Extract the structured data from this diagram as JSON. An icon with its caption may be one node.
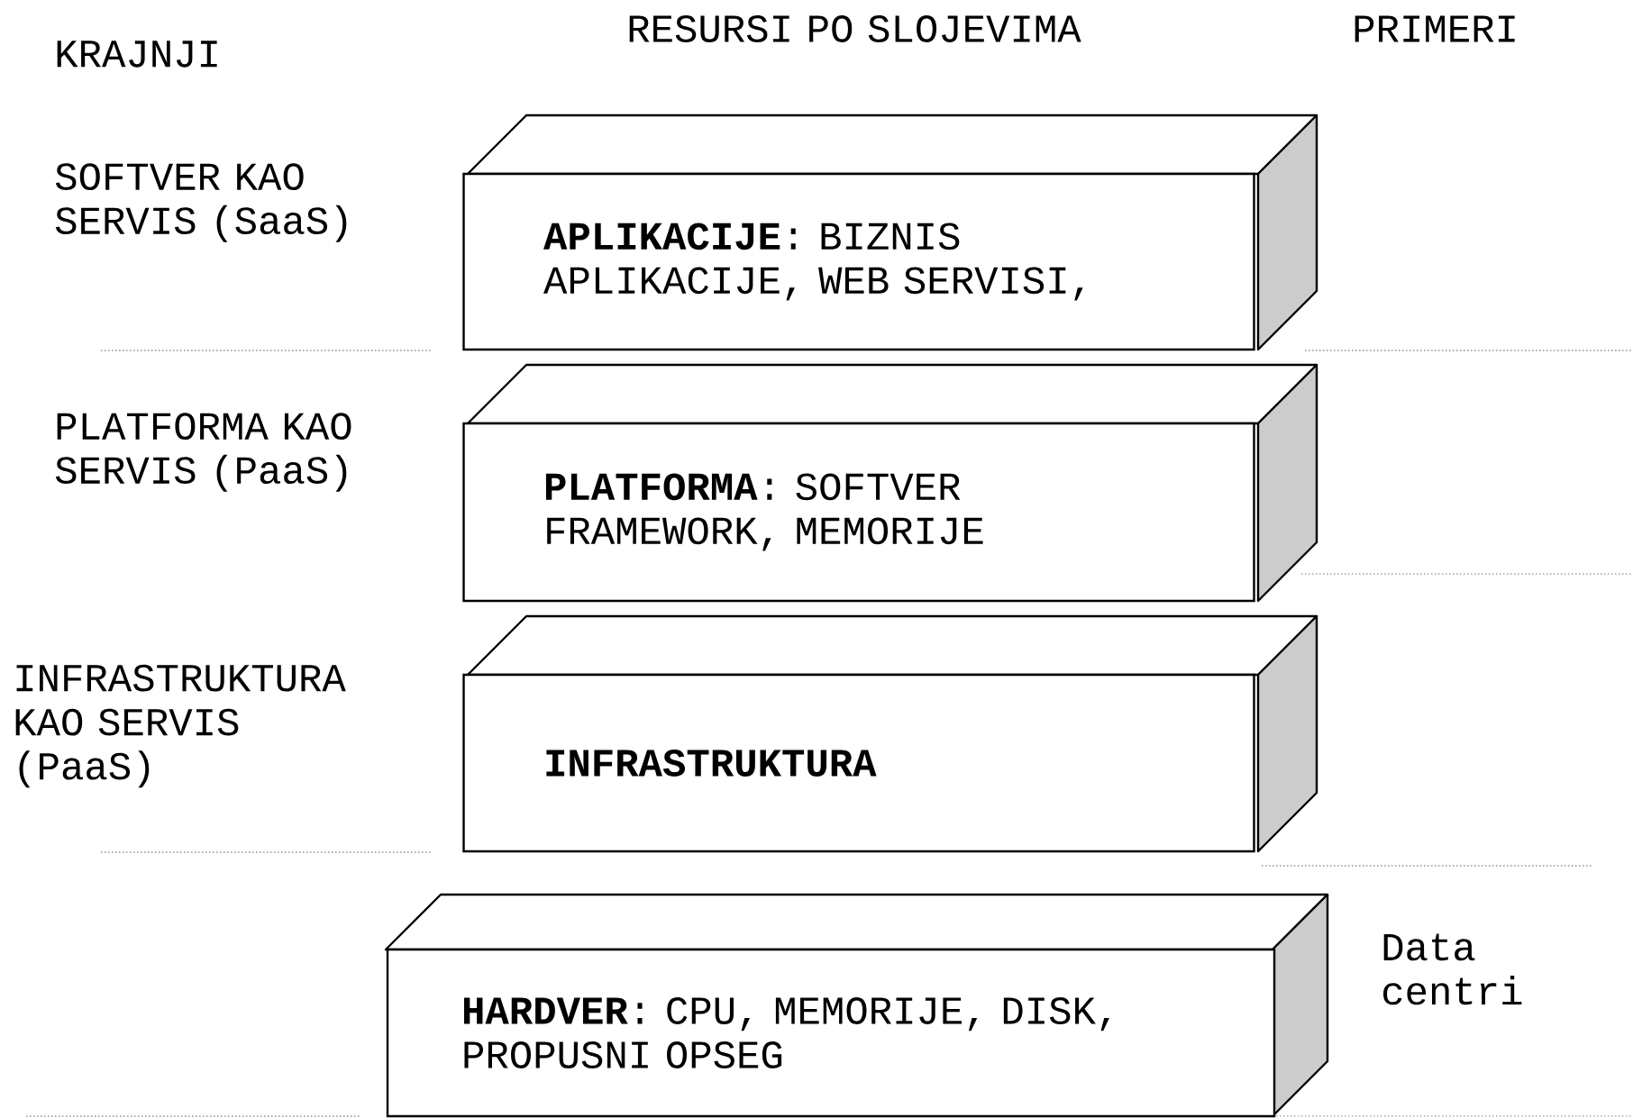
{
  "diagram": {
    "nodes": [
      {
        "text": [
          "**APLIKACIJE**: BIZNIS APLIKACIJE, WEB SERVISI,"
        ]
      },
      {
        "text": [
          "**PLATFORMA**: SOFTVER FRAMEWORK, MEMORIJE"
        ]
      },
      {
        "text": [
          "INFRASTRUKTURA"
        ]
      },
      {
        "text": [
          "**HARDVER**: CPU, MEMORIJE, DISK, PROPUSNI OPSEG"
        ]
      }
    ],
    "labels": [
      "KRAJNJI",
      "RESURSI PO SLOJEVIMA",
      "PRIMERI",
      "SOFTVER KAO SERVIS (SaaS)",
      "PLATFORMA KAO SERVIS (PaaS)",
      "INFRASTRUKTURA KAO SERVIS (PaaS)",
      "Data centri"
    ]
  }
}
